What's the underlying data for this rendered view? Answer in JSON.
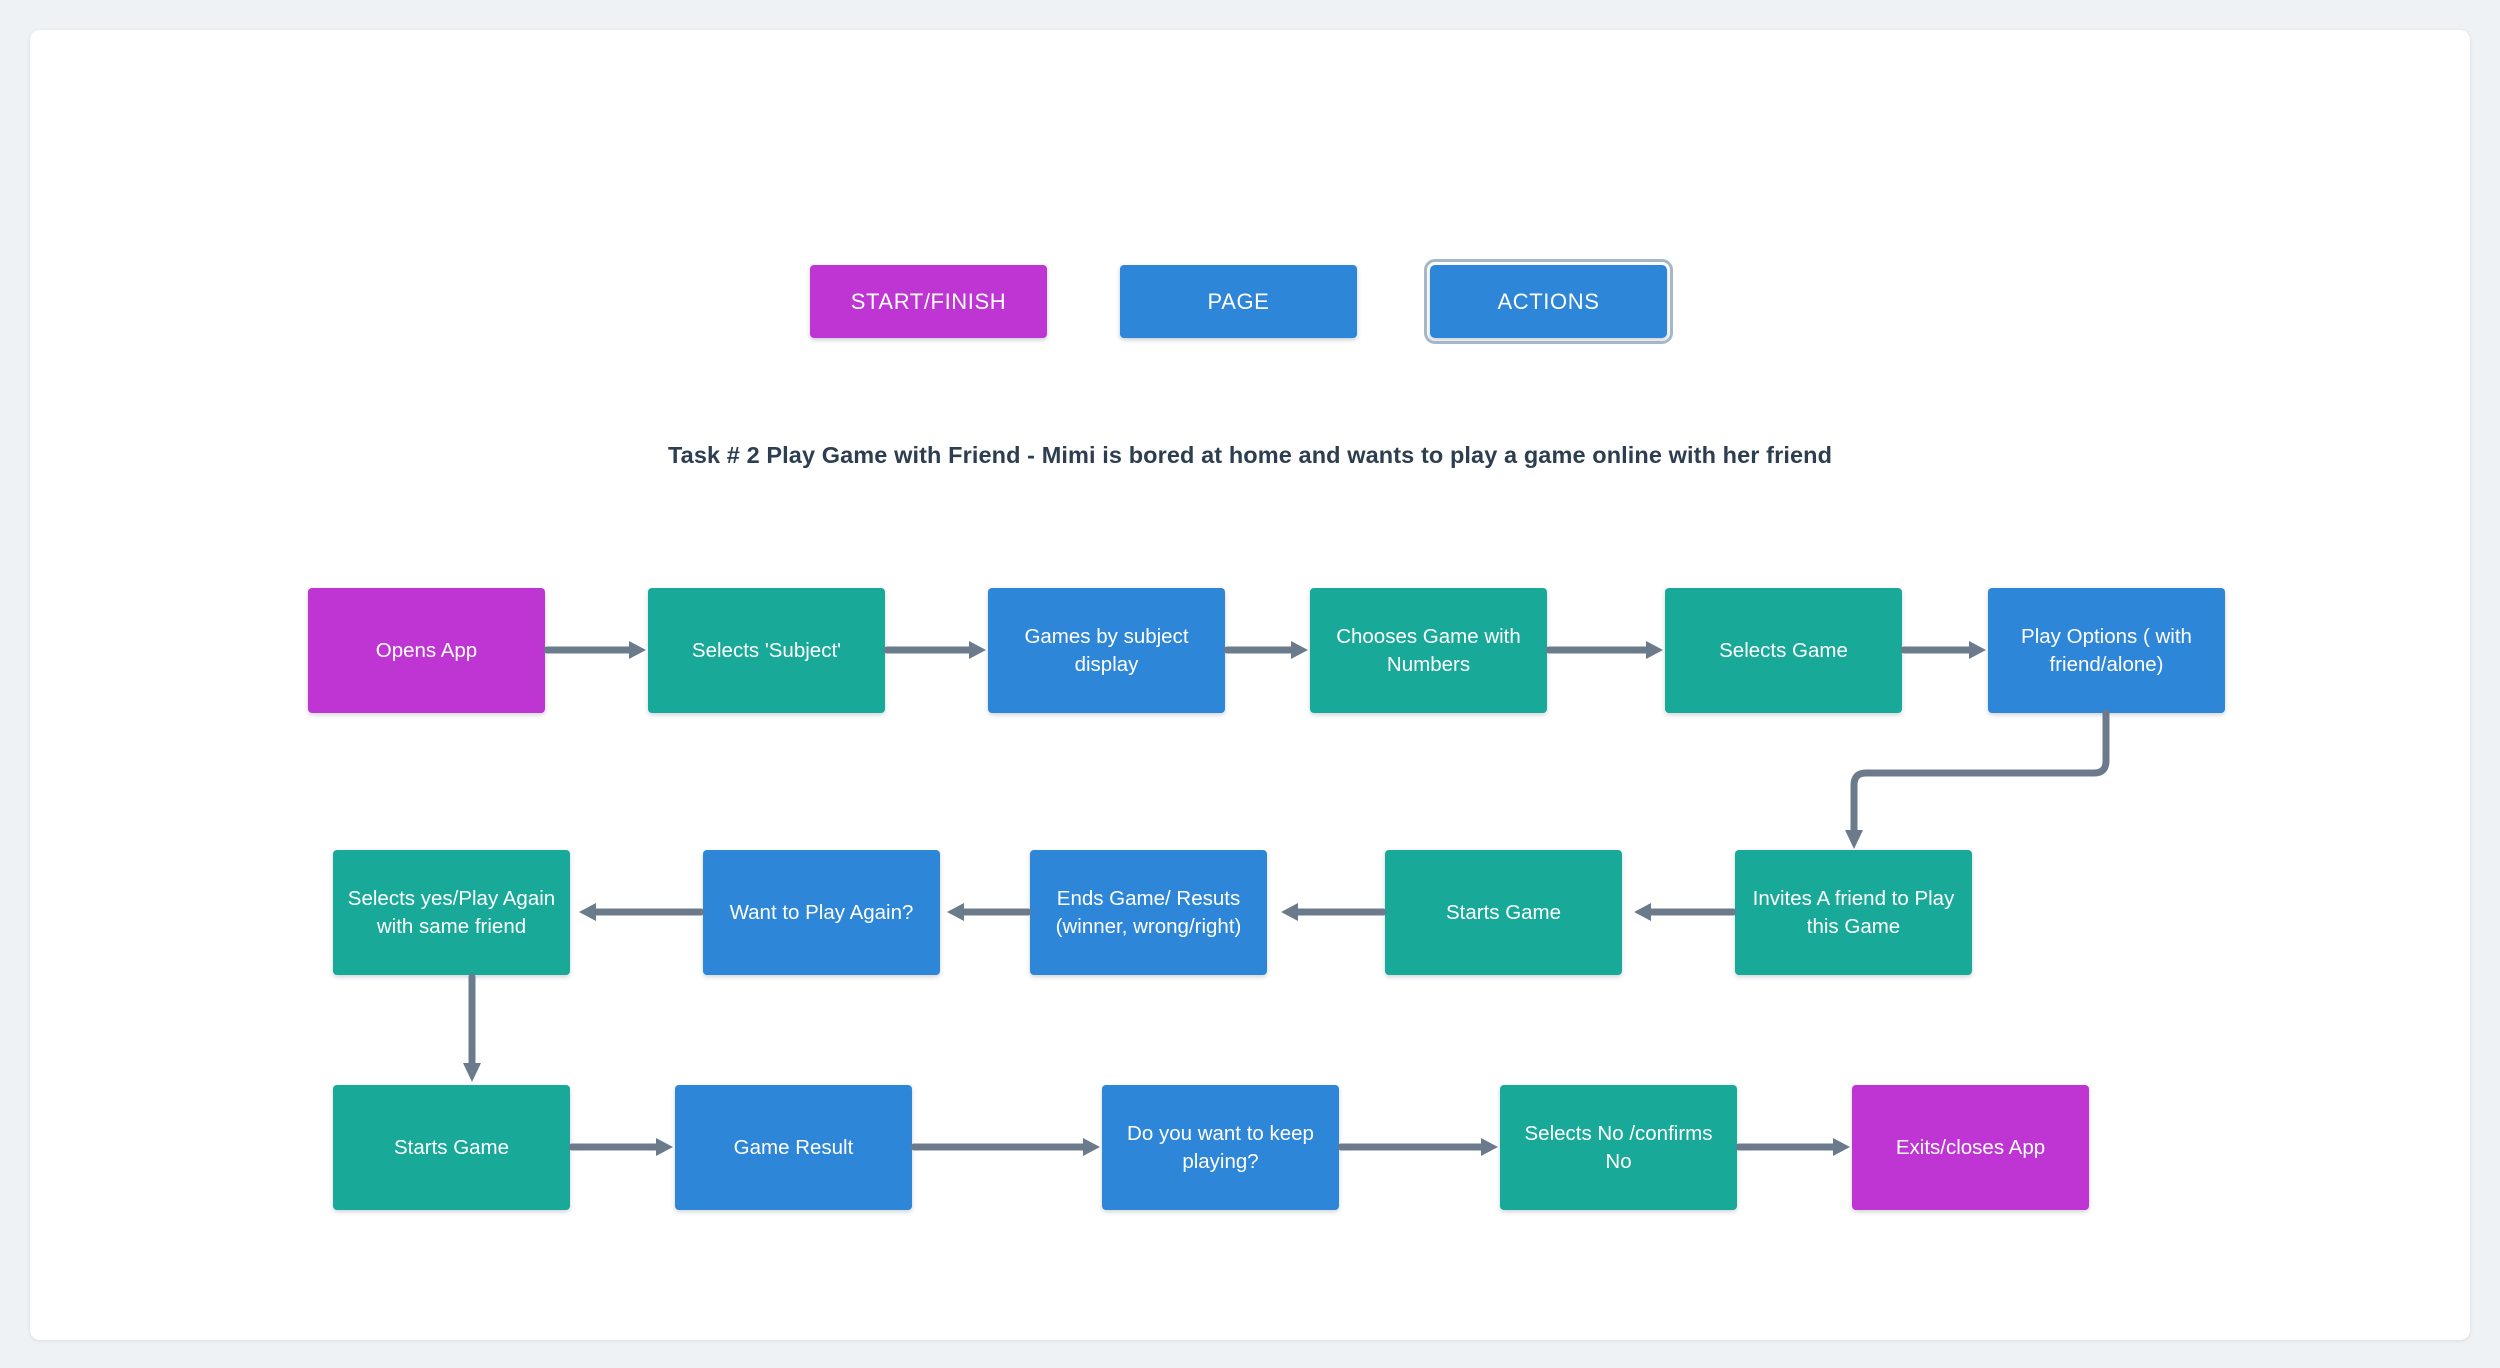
{
  "palette": {
    "start_finish": "#bf35d4",
    "page": "#2e86d8",
    "actions": "#18a999",
    "arrow": "#6b7b8c",
    "title_text": "#2c3e50",
    "node_text": "#ffffff",
    "canvas": "#ffffff",
    "background": "#eef2f5"
  },
  "legend": {
    "items": [
      {
        "label": "START/FINISH",
        "color_key": "start_finish",
        "selected": false
      },
      {
        "label": "PAGE",
        "color_key": "page",
        "selected": false
      },
      {
        "label": "ACTIONS",
        "color_key": "page",
        "selected": true
      }
    ]
  },
  "title": "Task # 2 Play Game with Friend - Mimi is bored at home and wants to play a game online with her friend",
  "flow": {
    "row1": [
      {
        "label": "Opens App",
        "type": "start_finish"
      },
      {
        "label": "Selects 'Subject'",
        "type": "actions"
      },
      {
        "label": "Games by subject display",
        "type": "page"
      },
      {
        "label": "Chooses Game with Numbers",
        "type": "actions"
      },
      {
        "label": "Selects Game",
        "type": "actions"
      },
      {
        "label": "Play Options ( with friend/alone)",
        "type": "page"
      }
    ],
    "row2": [
      {
        "label": "Selects yes/Play Again with same friend",
        "type": "actions"
      },
      {
        "label": "Want to Play Again?",
        "type": "page"
      },
      {
        "label": "Ends Game/ Resuts (winner, wrong/right)",
        "type": "page"
      },
      {
        "label": "Starts Game",
        "type": "actions"
      },
      {
        "label": "Invites A friend to Play this Game",
        "type": "actions"
      }
    ],
    "row3": [
      {
        "label": "Starts Game",
        "type": "actions"
      },
      {
        "label": "Game Result",
        "type": "page"
      },
      {
        "label": "Do you want to keep playing?",
        "type": "page"
      },
      {
        "label": "Selects No /confirms No",
        "type": "actions"
      },
      {
        "label": "Exits/closes App",
        "type": "start_finish"
      }
    ]
  }
}
